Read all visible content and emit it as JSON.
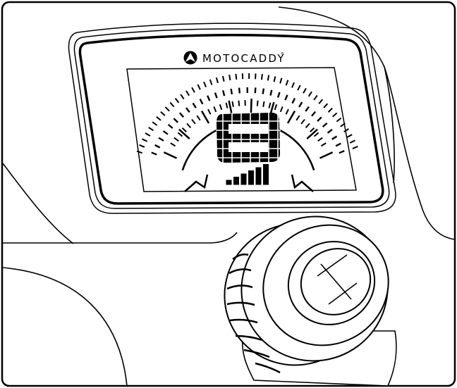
{
  "display": {
    "brand_name": "MOTOCADDY",
    "registered_mark": "®",
    "digit": "8",
    "speed_bars_total": 6,
    "speed_bars_lit": 6,
    "gauge_ticks_left": 12,
    "gauge_ticks_right": 12
  },
  "colors": {
    "ink": "#000000",
    "paper": "#ffffff"
  }
}
